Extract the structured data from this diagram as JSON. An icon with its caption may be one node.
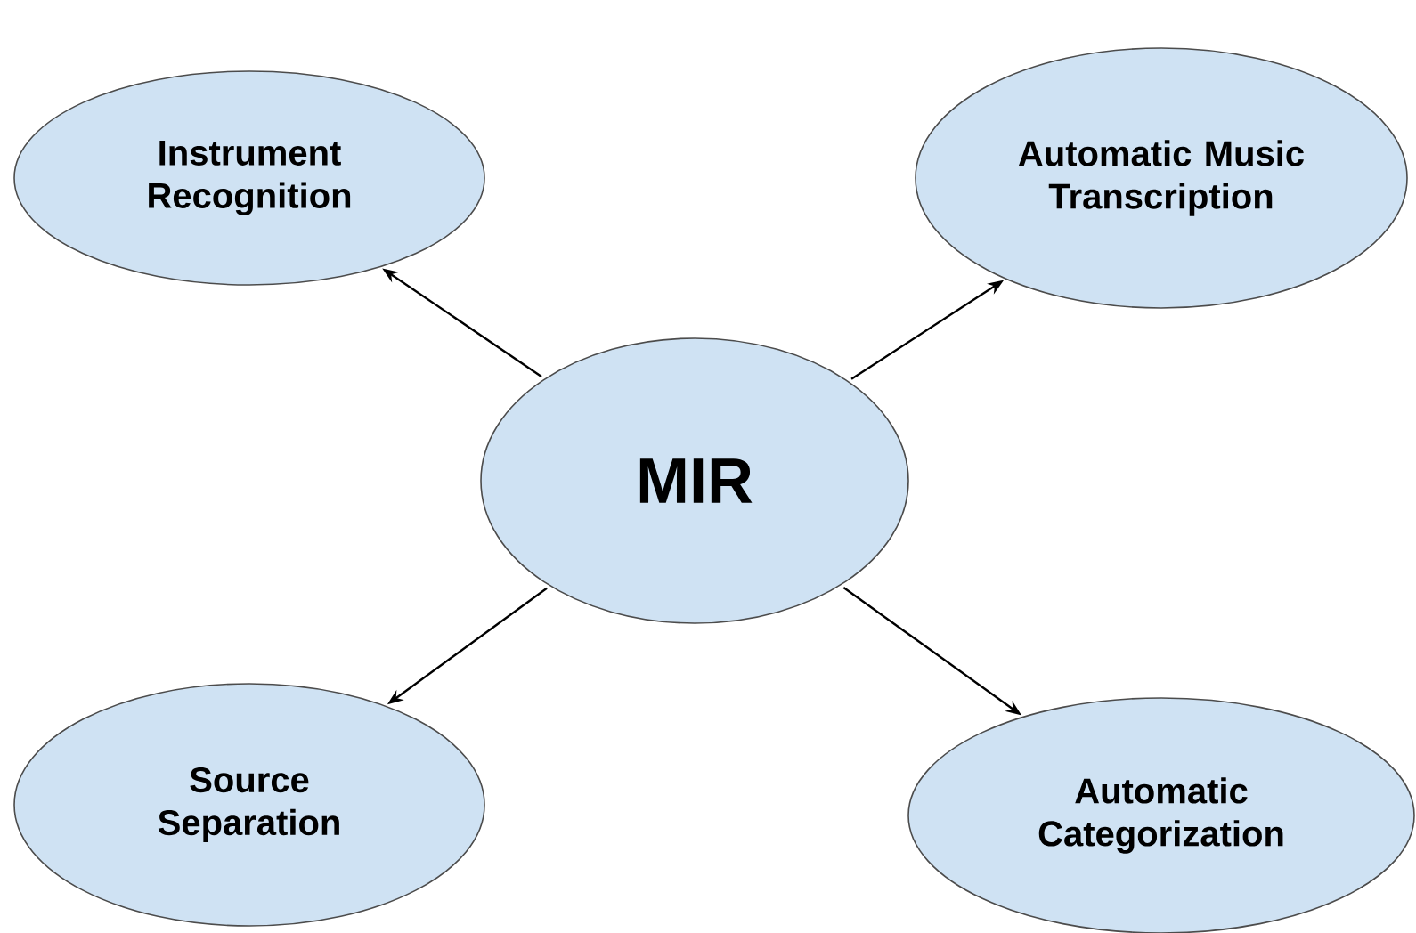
{
  "diagram": {
    "nodes": [
      {
        "text": [
          "Instrument Recognition"
        ]
      },
      {
        "text": [
          "Automatic Music Transcription"
        ]
      },
      {
        "text": [
          "MIR"
        ]
      },
      {
        "text": [
          "Source Separation"
        ]
      },
      {
        "text": [
          "Automatic Categorization"
        ]
      }
    ],
    "edges": [
      {
        "from": 2,
        "to": 0,
        "arrow": "to"
      },
      {
        "from": 2,
        "to": 1,
        "arrow": "to"
      },
      {
        "from": 2,
        "to": 3,
        "arrow": "to"
      },
      {
        "from": 2,
        "to": 4,
        "arrow": "to"
      }
    ]
  }
}
